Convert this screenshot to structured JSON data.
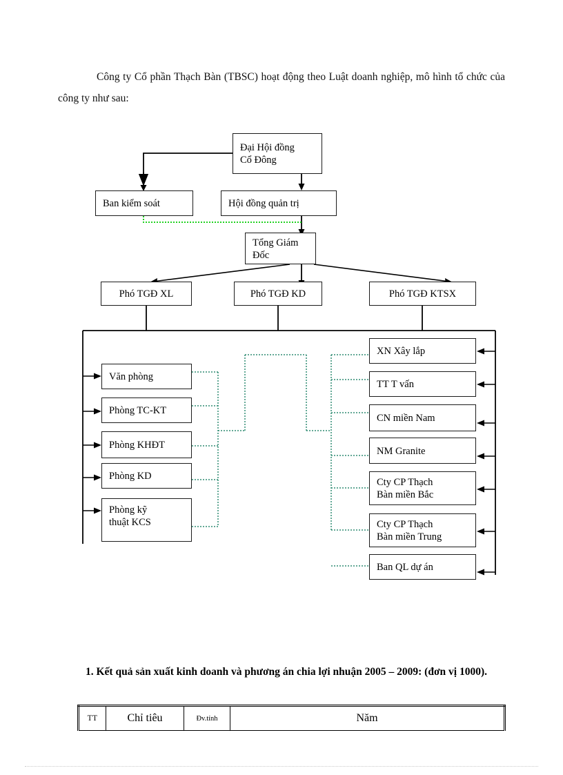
{
  "document": {
    "paragraph": "Công ty Cổ phần Thạch Bàn (TBSC) hoạt động theo Luật doanh nghiệp, mô hình tổ chức của công ty như sau:",
    "heading_number": "1.",
    "heading_text": "Kết quả sản xuất kinh doanh và phương án chia lợi nhuận 2005 – 2009: (đơn vị 1000)."
  },
  "org_chart": {
    "colors": {
      "box_border": "#1a1a1a",
      "connector": "#000000",
      "dotted_connector": "#2e8b72",
      "green_connector": "#00cc00"
    },
    "nodes": {
      "assembly": "Đại Hội đồng\nCổ Đông",
      "supervisory_board": "Ban kiểm soát",
      "board_of_directors": "Hội đồng quản trị",
      "general_director": "Tổng  Giám\nĐốc",
      "deputy_xl": "Phó TGĐ XL",
      "deputy_kd": "Phó TGĐ KD",
      "deputy_ktsx": "Phó TGĐ KTSX"
    },
    "left_departments": [
      "Văn phòng",
      "Phòng TC-KT",
      "Phòng KHĐT",
      "Phòng KD",
      "Phòng kỹ\nthuật KCS"
    ],
    "right_units": [
      "XN Xây  lắp",
      "TT T   vấn",
      "CN miền Nam",
      "NM Granite",
      "Cty CP Thạch\nBàn miền Bắc",
      "Cty CP Thạch\nBàn miền Trung",
      "Ban QL dự án"
    ]
  },
  "table": {
    "headers": [
      "TT",
      "Chỉ tiêu",
      "Đv.tính",
      "Năm"
    ]
  }
}
